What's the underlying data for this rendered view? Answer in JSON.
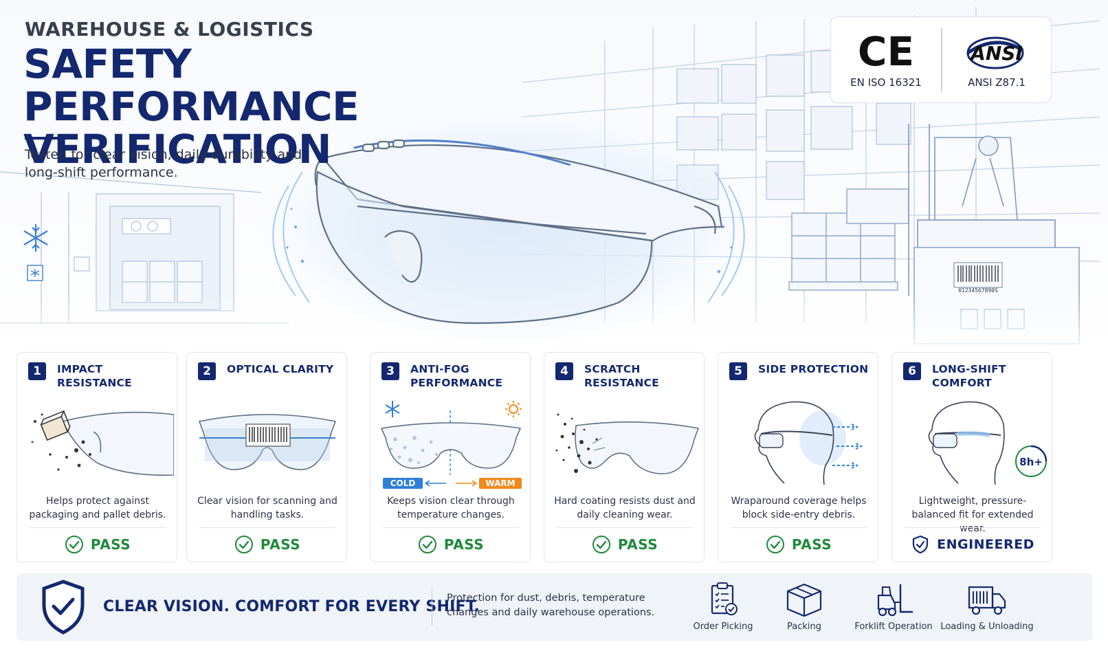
{
  "header": {
    "eyebrow": "WAREHOUSE & LOGISTICS",
    "title": "SAFETY PERFORMANCE VERIFICATION",
    "subtitle": "Tested for clear vision, daily durability and long-shift performance."
  },
  "certifications": [
    {
      "logo": "CE",
      "label": "EN ISO 16321",
      "icon": "ce-mark-icon"
    },
    {
      "logo": "ANSI",
      "label": "ANSI Z87.1",
      "icon": "ansi-logo-icon"
    }
  ],
  "hero": {
    "barcode_number": "01234567890S"
  },
  "cards": [
    {
      "number": "1",
      "title": "IMPACT RESISTANCE",
      "description": "Helps protect against packaging and pallet debris.",
      "status": "PASS",
      "status_icon": "check-circle-icon"
    },
    {
      "number": "2",
      "title": "OPTICAL CLARITY",
      "description": "Clear vision for scanning and handling tasks.",
      "status": "PASS",
      "status_icon": "check-circle-icon"
    },
    {
      "number": "3",
      "title": "ANTI-FOG PERFORMANCE",
      "description": "Keeps vision clear through temperature changes.",
      "status": "PASS",
      "status_icon": "check-circle-icon",
      "cold_label": "COLD",
      "warm_label": "WARM"
    },
    {
      "number": "4",
      "title": "SCRATCH RESISTANCE",
      "description": "Hard coating resists dust and daily cleaning wear.",
      "status": "PASS",
      "status_icon": "check-circle-icon"
    },
    {
      "number": "5",
      "title": "SIDE PROTECTION",
      "description": "Wraparound coverage helps block side-entry debris.",
      "status": "PASS",
      "status_icon": "check-circle-icon"
    },
    {
      "number": "6",
      "title": "LONG-SHIFT COMFORT",
      "description": "Lightweight, pressure-balanced fit for extended wear.",
      "status": "ENGINEERED",
      "status_icon": "shield-check-icon",
      "badge": "8h+"
    }
  ],
  "banner": {
    "slogan": "CLEAR VISION. COMFORT FOR EVERY SHIFT.",
    "text": "Protection for dust, debris, temperature changes and daily warehouse operations.",
    "applications": [
      {
        "label": "Order Picking",
        "icon": "clipboard-check-icon"
      },
      {
        "label": "Packing",
        "icon": "box-icon"
      },
      {
        "label": "Forklift Operation",
        "icon": "forklift-icon"
      },
      {
        "label": "Loading & Unloading",
        "icon": "truck-icon"
      }
    ]
  },
  "colors": {
    "navy": "#13286f",
    "pass_green": "#1f8a3c",
    "cold_blue": "#2f7fd6",
    "warm_orange": "#f08a1c"
  }
}
